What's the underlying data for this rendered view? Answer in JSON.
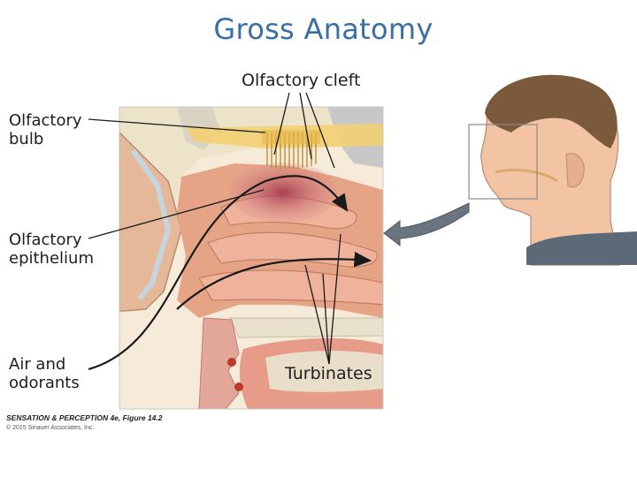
{
  "title": "Gross Anatomy",
  "labels": {
    "olfactory_cleft": "Olfactory cleft",
    "olfactory_bulb": [
      "Olfactory",
      "bulb"
    ],
    "olfactory_epithelium": [
      "Olfactory",
      "epithelium"
    ],
    "air_and_odorants": [
      "Air and",
      "odorants"
    ],
    "turbinates": "Turbinates"
  },
  "credit": {
    "figure": "SENSATION & PERCEPTION 4e, Figure 14.2",
    "copyright": "© 2015 Sinauer Associates, Inc."
  },
  "colors": {
    "title": "#3b6ea5",
    "tissue": "#e6a486",
    "epithelium": "#b0475a",
    "bulb": "#f2cf72",
    "bone": "#e9e1cc",
    "arrow_gray": "#6b7580"
  }
}
